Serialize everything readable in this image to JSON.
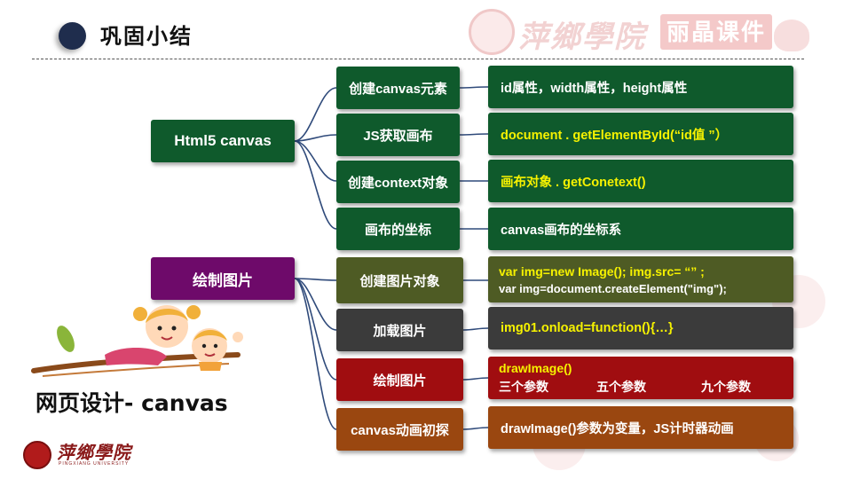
{
  "header": {
    "title": "巩固小结"
  },
  "watermark": {
    "school_name": "萍鄉學院",
    "badge_text": "丽晶课件"
  },
  "categories": [
    {
      "label": "Html5 canvas",
      "color": "#0f5a2c"
    },
    {
      "label": "绘制图片",
      "color": "#6e0a6a"
    }
  ],
  "items": [
    {
      "label": "创建canvas元素",
      "detail": "id属性，width属性，height属性"
    },
    {
      "label": "JS获取画布",
      "detail": "document . getElementById(“id值 ”）"
    },
    {
      "label": "创建context对象",
      "detail": "画布对象 . getConetext()"
    },
    {
      "label": "画布的坐标",
      "detail": "canvas画布的坐标系"
    },
    {
      "label": "创建图片对象",
      "detail_line1": "var img=new Image();  img.src= “” ;",
      "detail_line2": "var img=document.createElement(\"img\");"
    },
    {
      "label": "加载图片",
      "detail": "img01.onload=function(){…}"
    },
    {
      "label": "绘制图片",
      "detail_line1": "drawImage()",
      "params": [
        "三个参数",
        "五个参数",
        "九个参数"
      ]
    },
    {
      "label": "canvas动画初探",
      "detail": "drawImage()参数为变量，JS计时器动画"
    }
  ],
  "course_title": "网页设计- canvas",
  "footer": {
    "school_name": "萍鄉學院",
    "school_en": "PINGXIANG UNIVERSITY"
  }
}
